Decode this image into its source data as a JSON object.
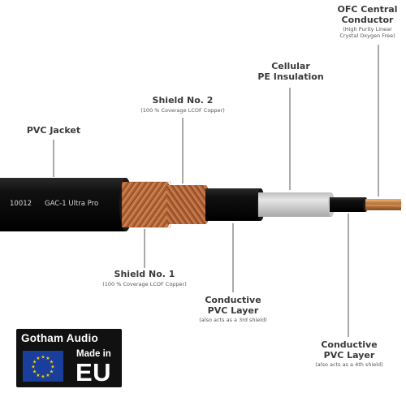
{
  "labels": {
    "ofc": {
      "title_line1": "OFC Central",
      "title_line2": "Conductor",
      "sub_line1": "(High Purity Linear",
      "sub_line2": "Crystal Oxygen Free)"
    },
    "pe": {
      "title_line1": "Cellular",
      "title_line2": "PE Insulation"
    },
    "shield2": {
      "title": "Shield No. 2",
      "sub": "(100 % Coverage LCOF Copper)"
    },
    "jacket": {
      "title": "PVC Jacket"
    },
    "shield1": {
      "title": "Shield No. 1",
      "sub": "(100 % Coverage LCOF Copper)"
    },
    "cond3": {
      "title_line1": "Conductive",
      "title_line2": "PVC Layer",
      "sub": "(also acts as a 3rd shield)"
    },
    "cond4": {
      "title_line1": "Conductive",
      "title_line2": "PVC Layer",
      "sub": "(also acts as a 4th shield)"
    }
  },
  "cable_print": {
    "code": "10012",
    "model": "GAC-1  Ultra Pro"
  },
  "logo": {
    "brand": "Gotham Audio",
    "made_in": "Made in",
    "region": "EU"
  },
  "colors": {
    "jacket": "#0d0d0d",
    "copper": "#b8693a",
    "copper_dark": "#7a3d1c",
    "pe": "#d9d9d9",
    "eu_blue": "#1a3e9c",
    "eu_star": "#f5d000"
  }
}
